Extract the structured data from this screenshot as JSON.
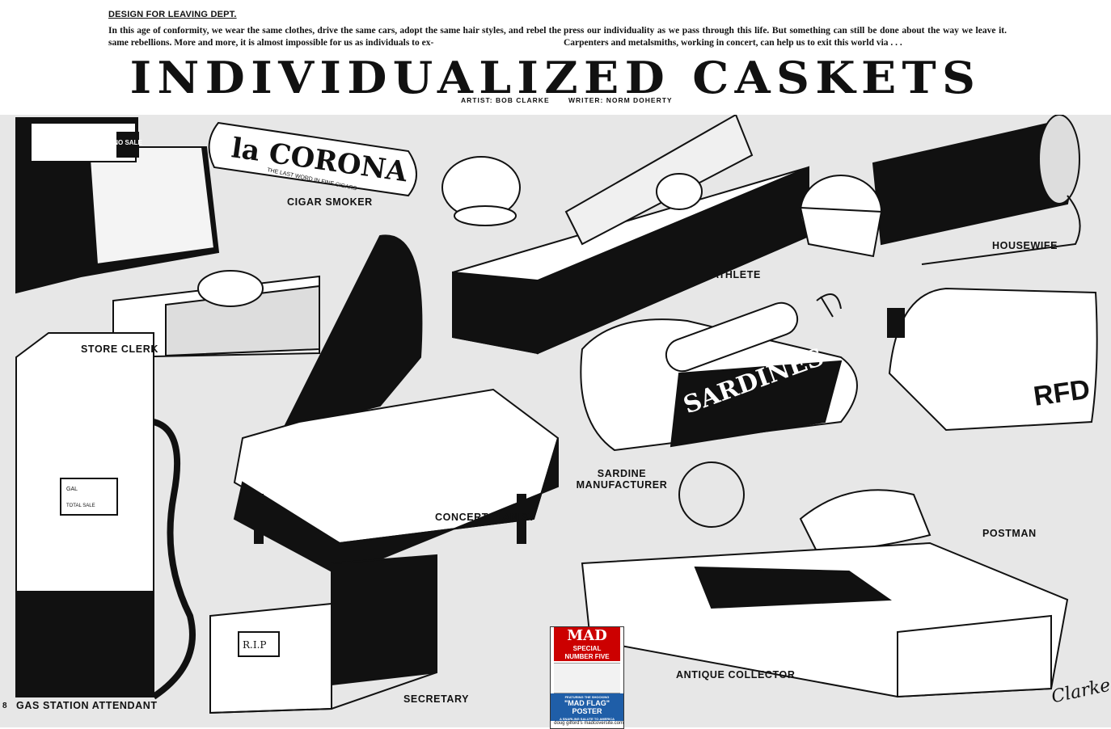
{
  "header": {
    "dept": "DESIGN FOR LEAVING DEPT.",
    "intro_left": "In this age of conformity, we wear the same clothes, drive the same cars, adopt the same hair styles, and rebel the same rebellions. More and more, it is almost impossible for us as individuals to ex-",
    "intro_right": "press our individuality as we pass through this life. But something can still be done about the way we leave it. Carpenters and metalsmiths, working in concert, can help us to exit this world via . . .",
    "title": "INDIVIDUALIZED CASKETS",
    "artist": "ARTIST: BOB CLARKE",
    "writer": "WRITER: NORM DOHERTY"
  },
  "labels": {
    "cigar_smoker": "CIGAR SMOKER",
    "athlete": "ATHLETE",
    "housewife": "HOUSEWIFE",
    "store_clerk": "STORE CLERK",
    "sardine_1": "SARDINE",
    "sardine_2": "MANUFACTURER",
    "concert_pianist": "CONCERT PIANIST",
    "postman": "POSTMAN",
    "antique_collector": "ANTIQUE COLLECTOR",
    "secretary": "SECRETARY",
    "gas_station_attendant": "GAS STATION ATTENDANT"
  },
  "art_text": {
    "cigar_brand": "la CORONA",
    "cigar_tagline": "THE LAST WORD IN FINE CIGARS",
    "no_sale": "NO SALE",
    "rfd": "RFD",
    "rip": "R.I.P",
    "sardines": "SARDINES",
    "gal": "GAL",
    "total_sale": "TOTAL SALE"
  },
  "page_number": "8",
  "signature": "Clarke",
  "cover": {
    "mad": "MAD",
    "special": "SPECIAL",
    "number": "NUMBER FIVE",
    "featuring": "FEATURING THE SHOCKING",
    "poster": "\"MAD FLAG\" POSTER",
    "tagline": "A SNARLING SALUTE TO AMERICA",
    "site": "madcoversite.com",
    "credit": "doug gilford's"
  }
}
